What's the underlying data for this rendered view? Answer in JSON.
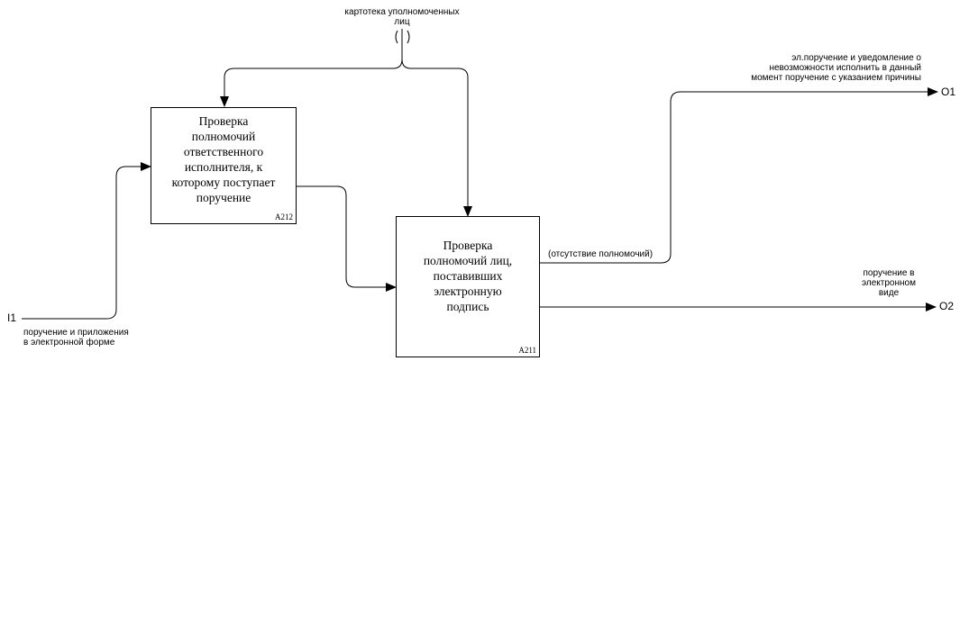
{
  "diagram": {
    "boxes": [
      {
        "id": "box-a212",
        "title_lines": [
          "Проверка",
          "полномочий",
          "ответственного",
          "исполнителя, к",
          "которому поступает",
          "поручение"
        ],
        "number": "A212"
      },
      {
        "id": "box-a211",
        "title_lines": [
          "Проверка",
          "полномочий лиц,",
          "поставивших",
          "электронную",
          "подпись"
        ],
        "number": "A211"
      }
    ],
    "arrows": {
      "mechanism_top": {
        "lines": [
          "картотека уполномоченных",
          "лиц"
        ]
      },
      "input_i1": {
        "code": "I1",
        "lines": [
          "поручение и приложения",
          "в электронной форме"
        ]
      },
      "output_o1": {
        "code": "O1",
        "lines": [
          "эл.поручение и уведомление о",
          "невозможности исполнить в данный",
          "момент поручение с указанием причины"
        ]
      },
      "output_o2": {
        "code": "O2",
        "lines": [
          "поручение в",
          "электронном",
          "виде"
        ]
      },
      "internal_absence": {
        "lines": [
          "(отсутствие полномочий)"
        ]
      }
    }
  }
}
